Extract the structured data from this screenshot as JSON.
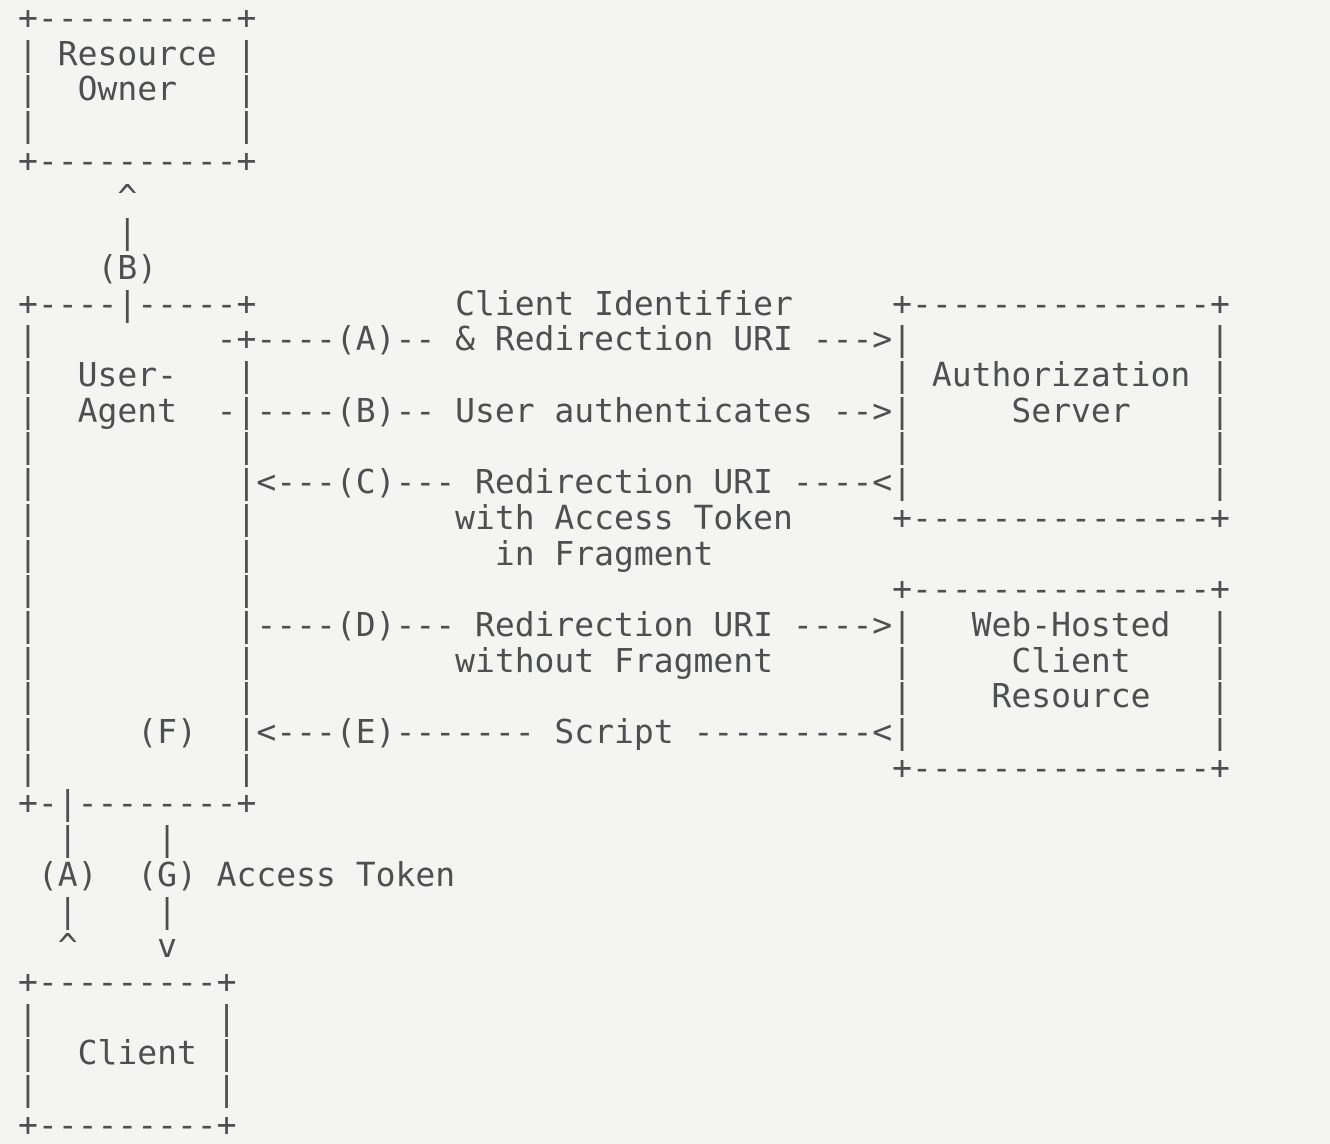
{
  "page": {
    "background_color": "#f4f4f2",
    "text_color": "#4e4f51"
  },
  "diagram": {
    "type": "ascii-flow-diagram",
    "lines": [
      "+----------+",
      "| Resource |",
      "|  Owner   |",
      "|          |",
      "+----------+",
      "     ^",
      "     |",
      "    (B)",
      "+----|-----+          Client Identifier     +---------------+",
      "|         -+----(A)-- & Redirection URI --->|               |",
      "|  User-   |                                | Authorization |",
      "|  Agent  -|----(B)-- User authenticates -->|     Server    |",
      "|          |                                |               |",
      "|          |<---(C)--- Redirection URI ----<|               |",
      "|          |          with Access Token     +---------------+",
      "|          |            in Fragment",
      "|          |                                +---------------+",
      "|          |----(D)--- Redirection URI ---->|   Web-Hosted  |",
      "|          |          without Fragment      |     Client    |",
      "|          |                                |    Resource   |",
      "|     (F)  |<---(E)------- Script ---------<|               |",
      "|          |                                +---------------+",
      "+-|--------+",
      "  |    |",
      " (A)  (G) Access Token",
      "  |    |",
      "  ^    v",
      "+---------+",
      "|         |",
      "|  Client |",
      "|         |",
      "+---------+"
    ],
    "nodes": [
      {
        "label": "Resource Owner"
      },
      {
        "label": "User-Agent"
      },
      {
        "label": "Authorization Server"
      },
      {
        "label": "Web-Hosted Client Resource"
      },
      {
        "label": "Client"
      }
    ],
    "steps": [
      {
        "id": "(A)",
        "label": "Client Identifier & Redirection URI"
      },
      {
        "id": "(B)",
        "label": "User authenticates"
      },
      {
        "id": "(C)",
        "label": "Redirection URI with Access Token in Fragment"
      },
      {
        "id": "(D)",
        "label": "Redirection URI without Fragment"
      },
      {
        "id": "(E)",
        "label": "Script"
      },
      {
        "id": "(F)",
        "label": ""
      },
      {
        "id": "(G)",
        "label": "Access Token"
      }
    ]
  }
}
